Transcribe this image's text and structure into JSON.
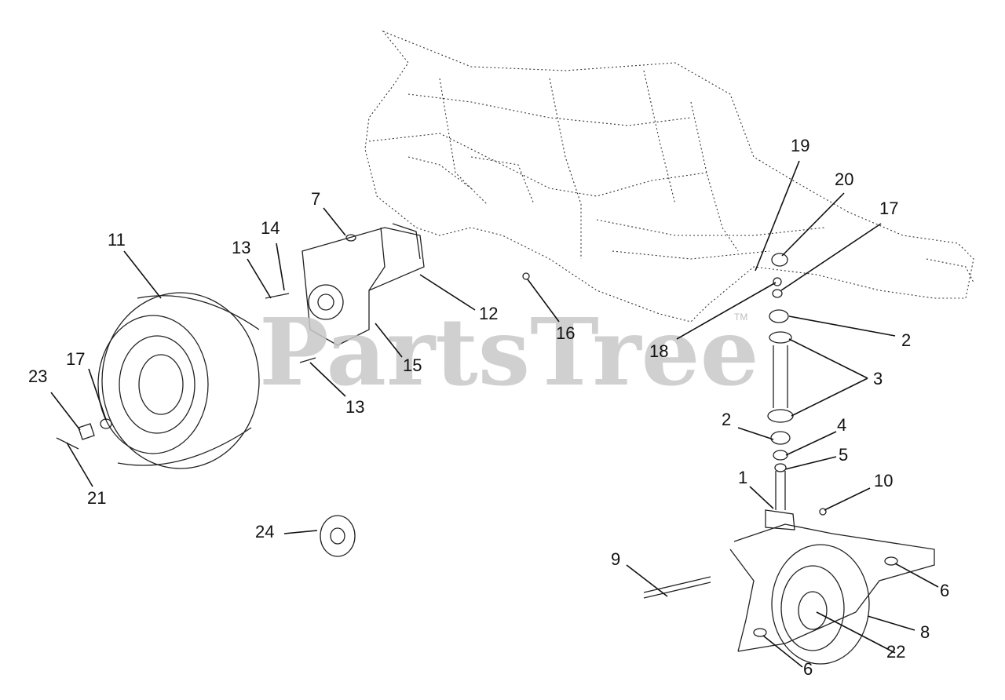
{
  "watermark": {
    "text": "PartsTree",
    "trademark": "TM"
  },
  "callouts": [
    "1",
    "2",
    "2",
    "3",
    "4",
    "5",
    "6",
    "6",
    "7",
    "8",
    "9",
    "10",
    "11",
    "12",
    "13",
    "13",
    "14",
    "15",
    "16",
    "17",
    "17",
    "18",
    "19",
    "20",
    "21",
    "22",
    "23",
    "24"
  ]
}
